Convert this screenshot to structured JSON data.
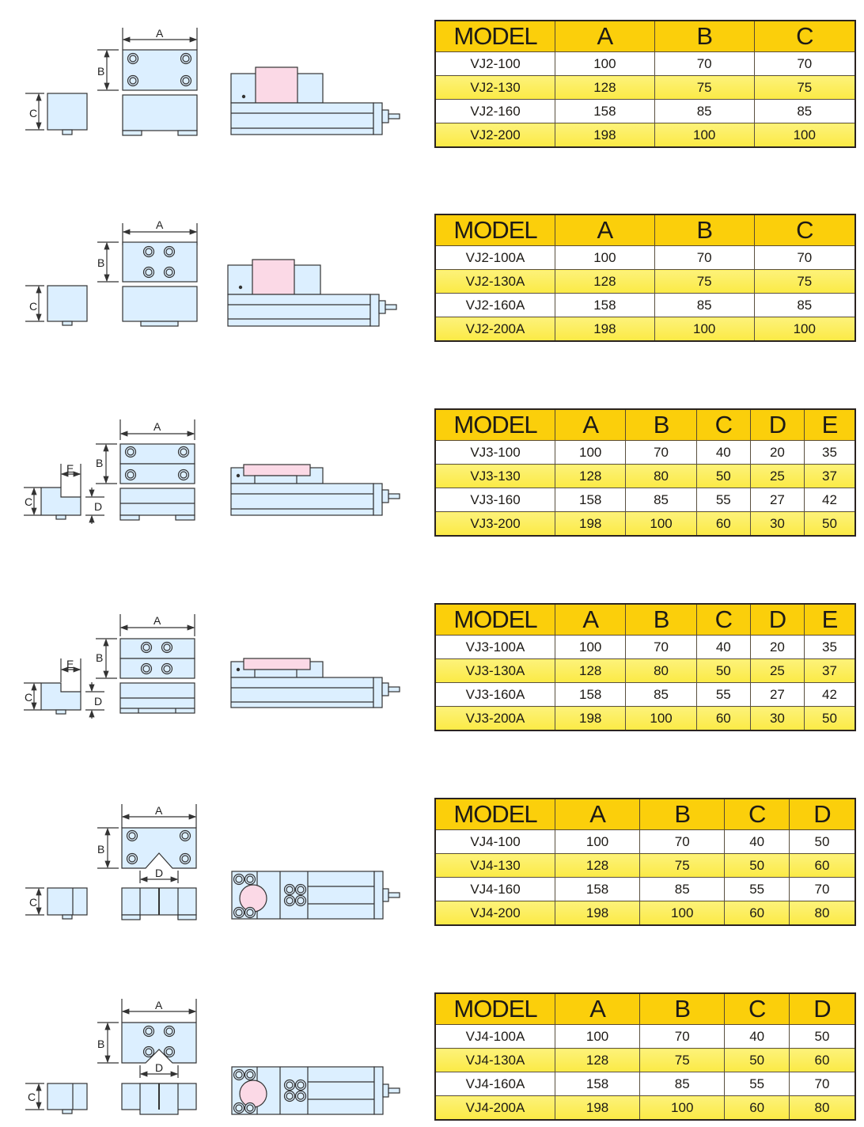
{
  "colors": {
    "header_bg": "#fbcf0b",
    "row_alt_bg": "#fbea45",
    "part_fill": "#dcefff",
    "jaw_fill": "#fbd9e6",
    "line": "#3a3a3a"
  },
  "dimension_labels": {
    "A": "A",
    "B": "B",
    "C": "C",
    "D": "D",
    "E": "E"
  },
  "sections": [
    {
      "id": "vj2",
      "headers": [
        "MODEL",
        "A",
        "B",
        "C"
      ],
      "rows": [
        [
          "VJ2-100",
          "100",
          "70",
          "70"
        ],
        [
          "VJ2-130",
          "128",
          "75",
          "75"
        ],
        [
          "VJ2-160",
          "158",
          "85",
          "85"
        ],
        [
          "VJ2-200",
          "198",
          "100",
          "100"
        ]
      ]
    },
    {
      "id": "vj2a",
      "headers": [
        "MODEL",
        "A",
        "B",
        "C"
      ],
      "rows": [
        [
          "VJ2-100A",
          "100",
          "70",
          "70"
        ],
        [
          "VJ2-130A",
          "128",
          "75",
          "75"
        ],
        [
          "VJ2-160A",
          "158",
          "85",
          "85"
        ],
        [
          "VJ2-200A",
          "198",
          "100",
          "100"
        ]
      ]
    },
    {
      "id": "vj3",
      "headers": [
        "MODEL",
        "A",
        "B",
        "C",
        "D",
        "E"
      ],
      "rows": [
        [
          "VJ3-100",
          "100",
          "70",
          "40",
          "20",
          "35"
        ],
        [
          "VJ3-130",
          "128",
          "80",
          "50",
          "25",
          "37"
        ],
        [
          "VJ3-160",
          "158",
          "85",
          "55",
          "27",
          "42"
        ],
        [
          "VJ3-200",
          "198",
          "100",
          "60",
          "30",
          "50"
        ]
      ]
    },
    {
      "id": "vj3a",
      "headers": [
        "MODEL",
        "A",
        "B",
        "C",
        "D",
        "E"
      ],
      "rows": [
        [
          "VJ3-100A",
          "100",
          "70",
          "40",
          "20",
          "35"
        ],
        [
          "VJ3-130A",
          "128",
          "80",
          "50",
          "25",
          "37"
        ],
        [
          "VJ3-160A",
          "158",
          "85",
          "55",
          "27",
          "42"
        ],
        [
          "VJ3-200A",
          "198",
          "100",
          "60",
          "30",
          "50"
        ]
      ]
    },
    {
      "id": "vj4",
      "headers": [
        "MODEL",
        "A",
        "B",
        "C",
        "D"
      ],
      "rows": [
        [
          "VJ4-100",
          "100",
          "70",
          "40",
          "50"
        ],
        [
          "VJ4-130",
          "128",
          "75",
          "50",
          "60"
        ],
        [
          "VJ4-160",
          "158",
          "85",
          "55",
          "70"
        ],
        [
          "VJ4-200",
          "198",
          "100",
          "60",
          "80"
        ]
      ]
    },
    {
      "id": "vj4a",
      "headers": [
        "MODEL",
        "A",
        "B",
        "C",
        "D"
      ],
      "rows": [
        [
          "VJ4-100A",
          "100",
          "70",
          "40",
          "50"
        ],
        [
          "VJ4-130A",
          "128",
          "75",
          "50",
          "60"
        ],
        [
          "VJ4-160A",
          "158",
          "85",
          "55",
          "70"
        ],
        [
          "VJ4-200A",
          "198",
          "100",
          "60",
          "80"
        ]
      ]
    }
  ]
}
